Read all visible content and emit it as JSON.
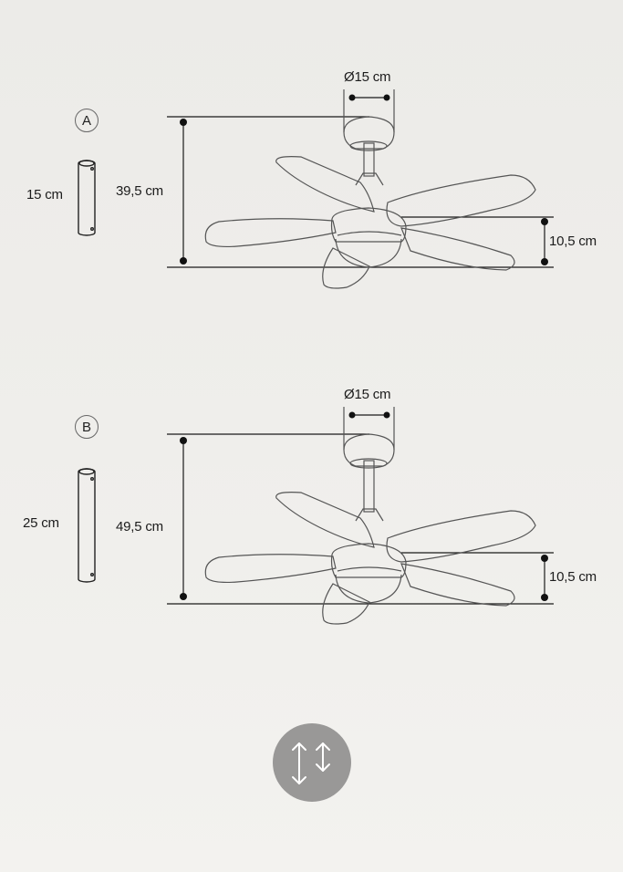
{
  "options": [
    {
      "badge": "A",
      "rod_length": "15 cm",
      "total_height": "39,5 cm",
      "canopy_diameter": "Ø15 cm",
      "body_height": "10,5 cm"
    },
    {
      "badge": "B",
      "rod_length": "25 cm",
      "total_height": "49,5 cm",
      "canopy_diameter": "Ø15 cm",
      "body_height": "10,5 cm"
    }
  ],
  "footer_icon": {
    "name": "height-adjustable-icon",
    "color": "#999897"
  },
  "colors": {
    "background": "#eeede9",
    "line": "#1a1a1a",
    "outline": "#555555"
  }
}
